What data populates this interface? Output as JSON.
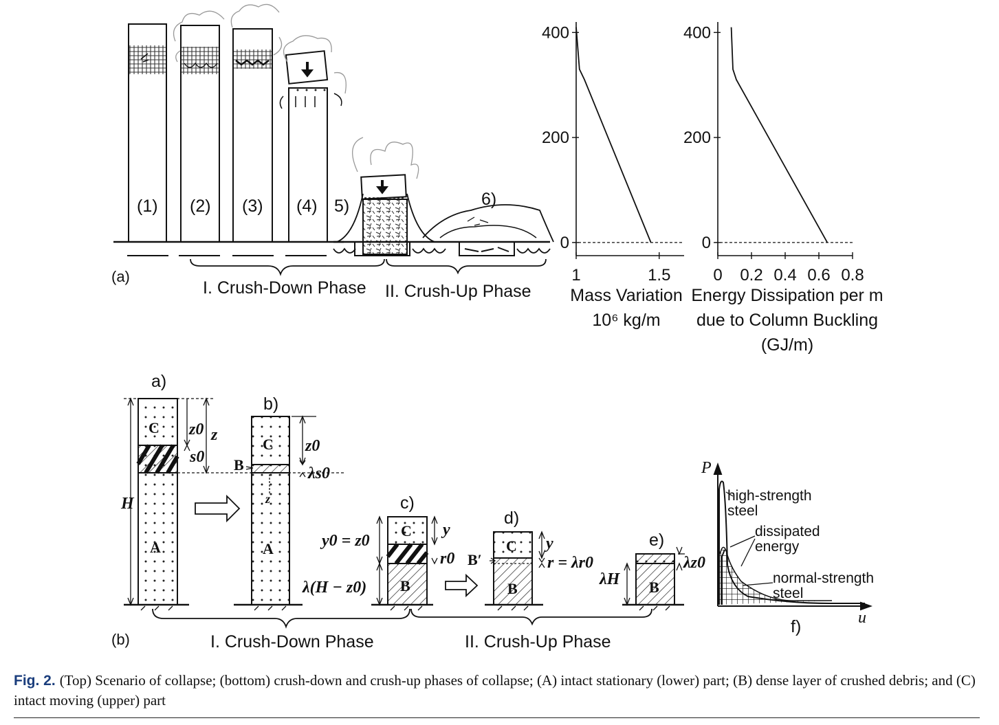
{
  "top": {
    "panel_label": "(a)",
    "stage_labels": [
      "(1)",
      "(2)",
      "(3)",
      "(4)",
      "5)",
      "6)"
    ],
    "crush_down_phase": "I. Crush-Down Phase",
    "crush_up_phase": "II. Crush-Up Phase"
  },
  "bottom": {
    "panel_label": "(b)",
    "sub_labels": [
      "a)",
      "b)",
      "c)",
      "d)",
      "e)",
      "f)"
    ],
    "part_letters": {
      "C": "C",
      "A": "A",
      "B": "B"
    },
    "symbols": {
      "H": "H",
      "z0": "z0",
      "z": "z",
      "s0": "s0",
      "B_mark": "B",
      "lambda_s0": "λs0",
      "z_small": "z",
      "y0_eq_z0": "y0 = z0",
      "y": "y",
      "r0": "r0",
      "lambda_H_minus_z0": "λ(H − z0)",
      "B_prime": "B′",
      "r_eq": "r = λr0",
      "lambda_H": "λH",
      "lambda_z0": "λz0",
      "P": "P",
      "u": "u"
    },
    "f_labels": {
      "high_strength": [
        "high-strength",
        "steel"
      ],
      "dissipated": [
        "dissipated",
        "energy"
      ],
      "normal_strength": [
        "normal-strength",
        "steel"
      ]
    },
    "crush_down_phase": "I. Crush-Down Phase",
    "crush_up_phase": "II. Crush-Up Phase"
  },
  "chart_data": [
    {
      "type": "line",
      "series": [
        {
          "x": [
            1.0,
            1.02,
            1.05,
            1.45
          ],
          "y": [
            410,
            330,
            310,
            0
          ]
        }
      ],
      "x_ticks": [
        "1",
        "1.5"
      ],
      "y_ticks": [
        "0",
        "200",
        "400"
      ],
      "xlabel": [
        "Mass Variation",
        "10⁶ kg/m"
      ],
      "xlim": [
        1,
        1.65
      ],
      "ylim": [
        -25,
        420
      ],
      "dashed_zero_line": true
    },
    {
      "type": "line",
      "series": [
        {
          "x": [
            0.08,
            0.09,
            0.11,
            0.65
          ],
          "y": [
            410,
            330,
            310,
            0
          ]
        }
      ],
      "x_ticks": [
        "0",
        "0.2",
        "0.4",
        "0.6",
        "0.8"
      ],
      "y_ticks": [
        "0",
        "200",
        "400"
      ],
      "xlabel": [
        "Energy Dissipation per m",
        "due to Column Buckling",
        "(GJ/m)"
      ],
      "xlim": [
        0,
        0.8
      ],
      "ylim": [
        -25,
        420
      ],
      "dashed_zero_line": true
    }
  ],
  "caption": {
    "label": "Fig. 2.",
    "text": "(Top) Scenario of collapse; (bottom) crush-down and crush-up phases of collapse; (A) intact stationary (lower) part; (B) dense layer of crushed debris; and (C) intact moving (upper) part"
  }
}
